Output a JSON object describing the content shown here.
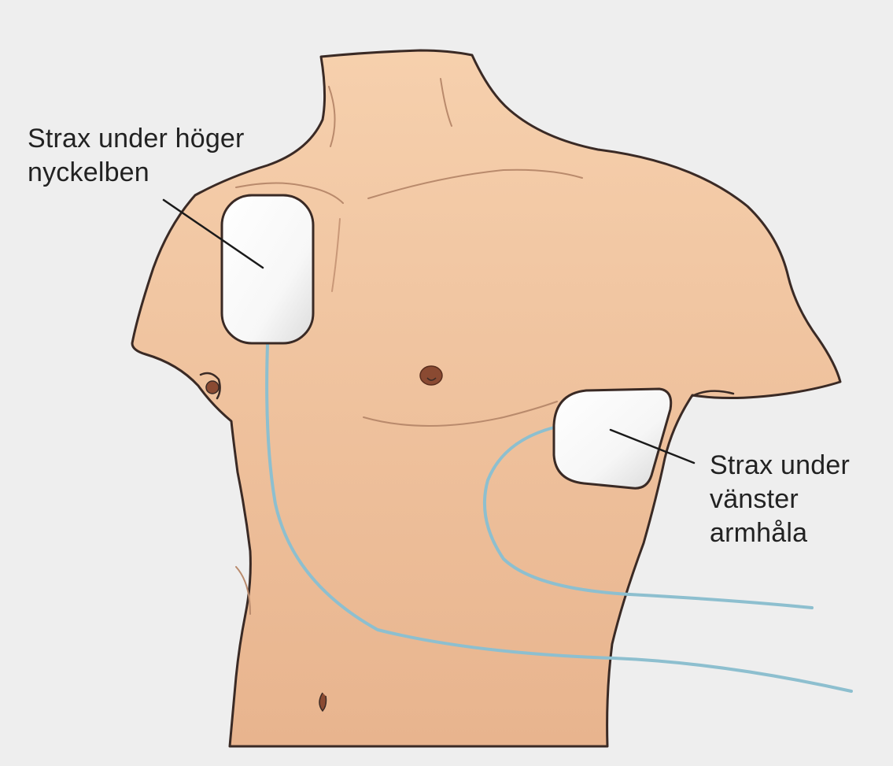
{
  "labels": {
    "right_clavicle": {
      "line1": "Strax under höger",
      "line2": "nyckelben"
    },
    "left_armpit": {
      "line1": "Strax under",
      "line2": "vänster",
      "line3": "armhåla"
    }
  },
  "colors": {
    "skin": "#f4c9a3",
    "skin_lower": "#e9b48d",
    "outline": "#3a2a25",
    "pad": "#ffffff",
    "pad_shade": "#e6e6e6",
    "cable": "#8dbfcf",
    "nipple": "#8a4a32",
    "frame": "#eeeeee"
  }
}
